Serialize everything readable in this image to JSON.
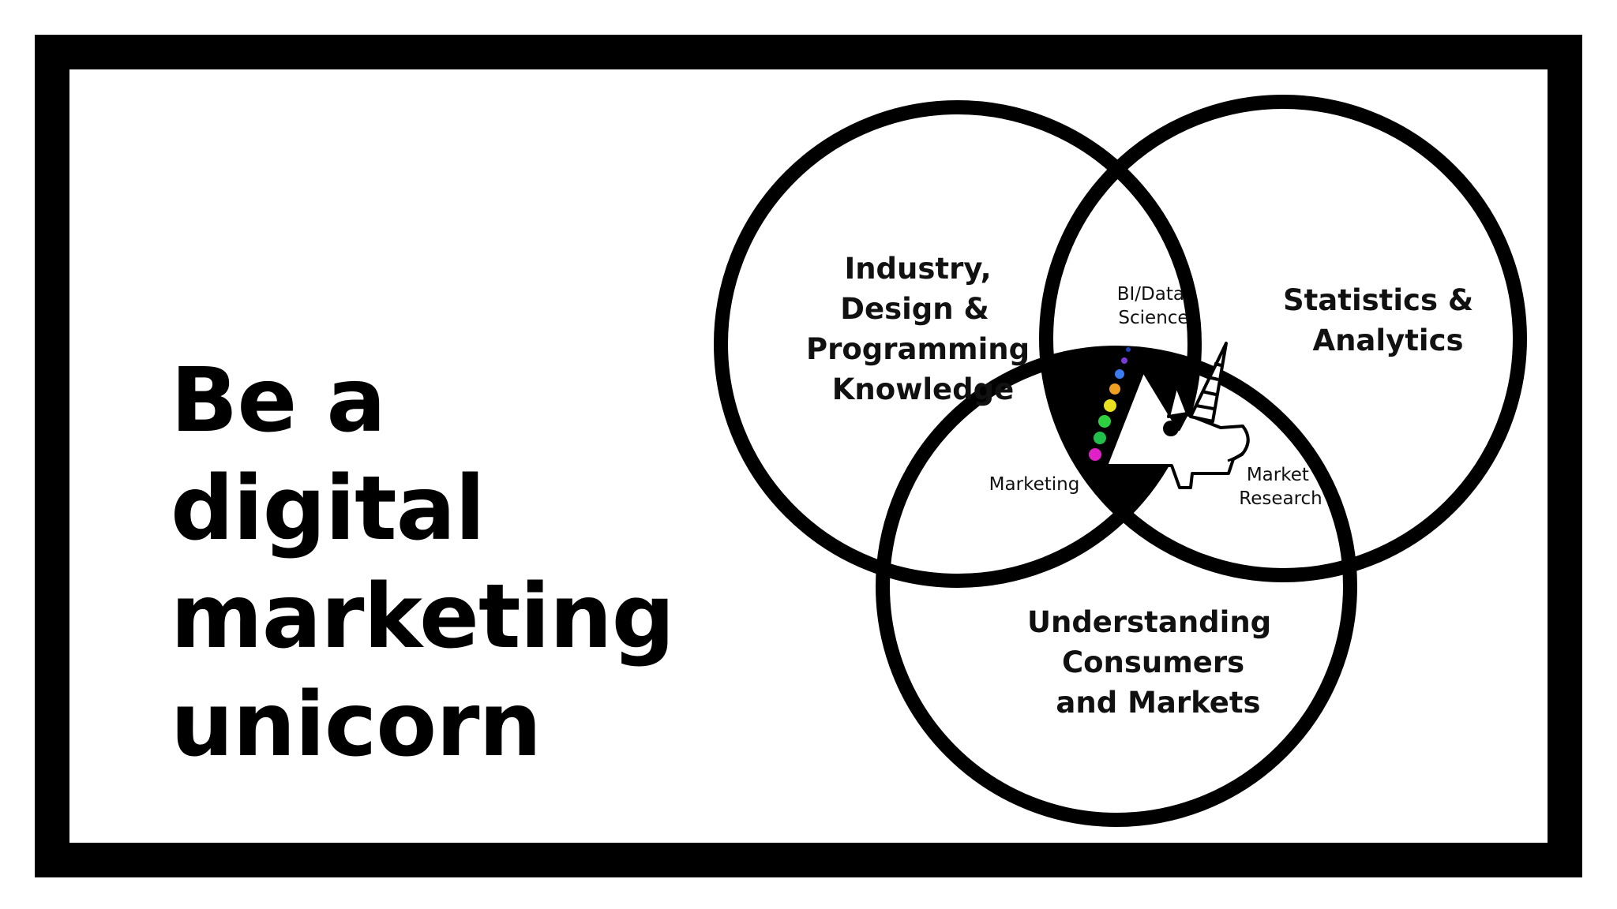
{
  "headline": {
    "lines": [
      "Be a",
      "digital",
      "marketing",
      "unicorn"
    ]
  },
  "venn": {
    "circles": [
      {
        "label_lines": [
          "Industry,",
          "Design &",
          "Programming",
          "Knowledge"
        ]
      },
      {
        "label_lines": [
          "Statistics &",
          "Analytics"
        ]
      },
      {
        "label_lines": [
          "Understanding",
          "Consumers",
          "and Markets"
        ]
      }
    ],
    "overlaps": {
      "top": [
        "BI/Data",
        "Science"
      ],
      "left": [
        "Marketing"
      ],
      "right": [
        "Market",
        "Research"
      ]
    },
    "center_icon": "unicorn-icon",
    "unicorn_mane_colors": [
      "#e020c8",
      "#22c04a",
      "#2fd040",
      "#e8e020",
      "#f0a020",
      "#3a7cf0",
      "#7a3ad8"
    ]
  },
  "colors": {
    "frame": "#000000",
    "background": "#ffffff",
    "text": "#000000"
  }
}
